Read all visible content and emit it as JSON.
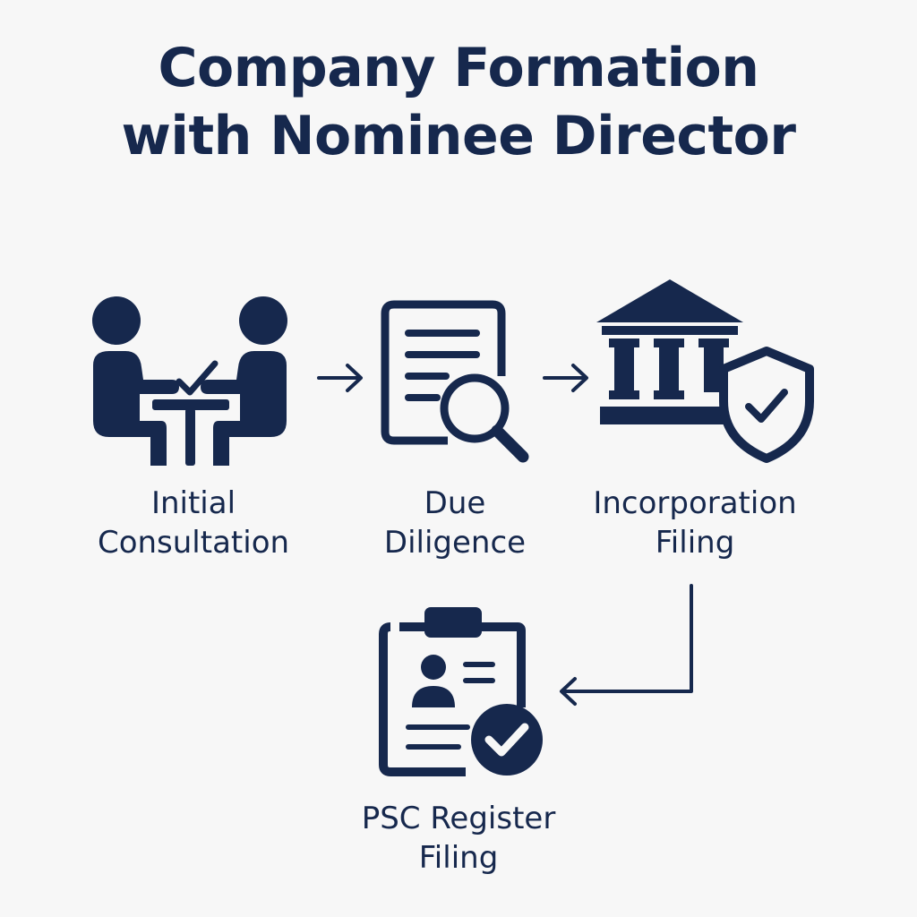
{
  "title": {
    "line1": "Company Formation",
    "line2": "with Nominee Director"
  },
  "steps": [
    {
      "line1": "Initial",
      "line2": "Consultation",
      "icon": "consultation-icon"
    },
    {
      "line1": "Due",
      "line2": "Diligence",
      "icon": "document-search-icon"
    },
    {
      "line1": "Incorporation",
      "line2": "Filing",
      "icon": "government-building-shield-icon"
    },
    {
      "line1": "PSC Register",
      "line2": "Filing",
      "icon": "clipboard-person-check-icon"
    }
  ],
  "colors": {
    "primary": "#16284d",
    "background": "#f7f7f7"
  }
}
